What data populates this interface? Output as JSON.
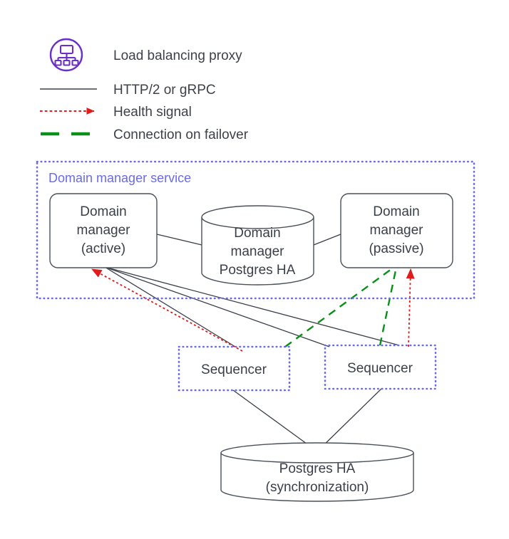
{
  "legend": {
    "items": [
      {
        "id": "proxy",
        "icon": "load-balancer-icon",
        "label": "Load balancing proxy",
        "style": "icon",
        "color": "#6b2fc9"
      },
      {
        "id": "http",
        "icon": "solid-line-icon",
        "label": "HTTP/2 or gRPC",
        "style": "solid",
        "color": "#3a4049"
      },
      {
        "id": "health",
        "icon": "dashed-arrow-icon",
        "label": "Health signal",
        "style": "dotted-arrow",
        "color": "#e01b1b"
      },
      {
        "id": "failover",
        "icon": "dashed-line-icon",
        "label": "Connection on failover",
        "style": "dashed",
        "color": "#0a8f18"
      }
    ]
  },
  "groups": {
    "domain_manager_service": {
      "label": "Domain manager service",
      "border_color": "#6a6aee"
    }
  },
  "nodes": {
    "domain_manager_active": {
      "lines": [
        "Domain",
        "manager",
        "(active)"
      ],
      "shape": "rounded-box"
    },
    "domain_manager_db": {
      "lines": [
        "Domain",
        "manager",
        "Postgres HA"
      ],
      "shape": "cylinder"
    },
    "domain_manager_passive": {
      "lines": [
        "Domain",
        "manager",
        "(passive)"
      ],
      "shape": "rounded-box"
    },
    "sequencer_left": {
      "lines": [
        "Sequencer"
      ],
      "shape": "dotted-box"
    },
    "sequencer_right": {
      "lines": [
        "Sequencer"
      ],
      "shape": "dotted-box"
    },
    "postgres_ha": {
      "lines": [
        "Postgres HA",
        "(synchronization)"
      ],
      "shape": "cylinder"
    }
  },
  "colors": {
    "accent_purple": "#6b2fc9",
    "group_blue": "#6a6aee",
    "health_red": "#e01b1b",
    "failover_green": "#0a8f18",
    "stroke_dark": "#3a4049"
  }
}
